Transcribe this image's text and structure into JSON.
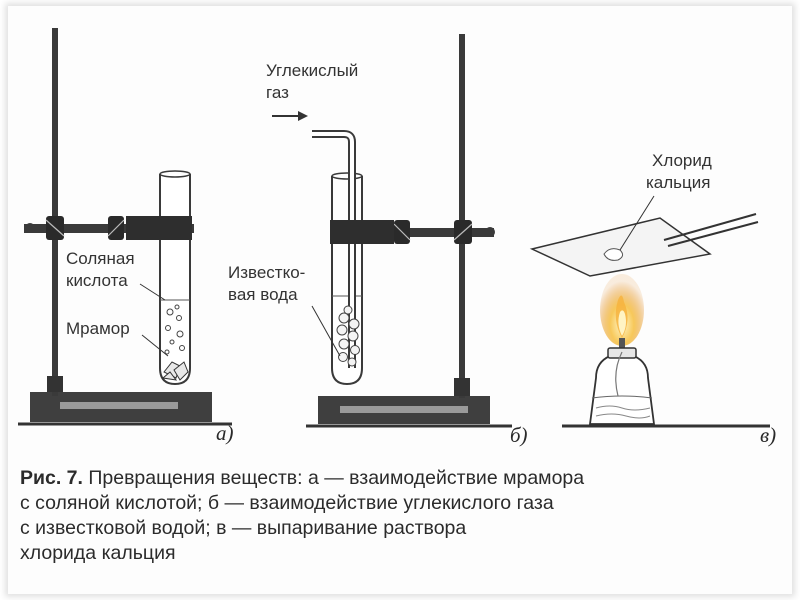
{
  "figure": {
    "labels": {
      "hydrochloric_acid": [
        "Соляная",
        "кислота"
      ],
      "marble": "Мрамор",
      "carbon_dioxide": [
        "Углекислый",
        "газ"
      ],
      "lime_water": [
        "Известко-",
        "вая вода"
      ],
      "calcium_chloride": [
        "Хлорид",
        "кальция"
      ]
    },
    "panels": {
      "a": "а)",
      "b": "б)",
      "c": "в)"
    }
  },
  "caption": {
    "figure_number": "Рис. 7.",
    "lines": [
      "Превращения веществ: а — взаимодействие мрамора",
      "с соляной кислотой; б — взаимодействие углекислого газа",
      "с известковой водой; в — выпаривание раствора",
      "хлорида кальция"
    ]
  }
}
